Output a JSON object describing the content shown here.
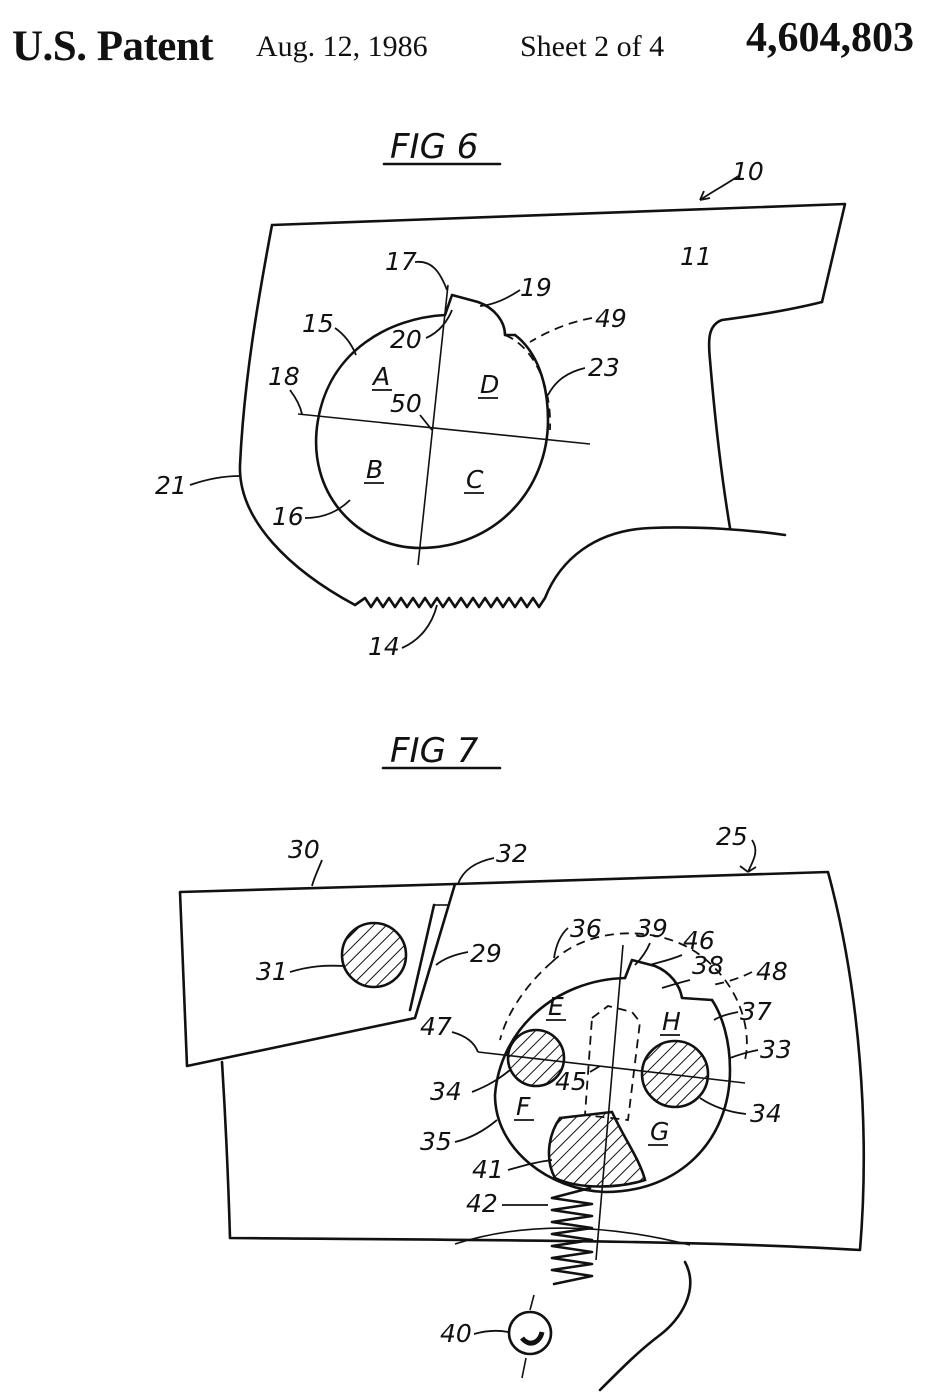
{
  "header": {
    "brand": "U.S. Patent",
    "date": "Aug. 12, 1986",
    "sheet": "Sheet 2 of 4",
    "patent_number": "4,604,803"
  },
  "fig6": {
    "title": "FIG 6",
    "labels": {
      "n10": "10",
      "n11": "11",
      "n14": "14",
      "n15": "15",
      "n16": "16",
      "n17": "17",
      "n18": "18",
      "n19": "19",
      "n20": "20",
      "n21": "21",
      "n23": "23",
      "n49": "49",
      "n50": "50",
      "A": "A",
      "B": "B",
      "C": "C",
      "D": "D"
    }
  },
  "fig7": {
    "title": "FIG 7",
    "labels": {
      "n25": "25",
      "n29": "29",
      "n30": "30",
      "n31": "31",
      "n32": "32",
      "n33": "33",
      "n34a": "34",
      "n34b": "34",
      "n35": "35",
      "n36": "36",
      "n37": "37",
      "n38": "38",
      "n39": "39",
      "n40": "40",
      "n41": "41",
      "n42": "42",
      "n45": "45",
      "n46": "46",
      "n47": "47",
      "n48": "48",
      "E": "E",
      "F": "F",
      "G": "G",
      "H": "H"
    }
  }
}
